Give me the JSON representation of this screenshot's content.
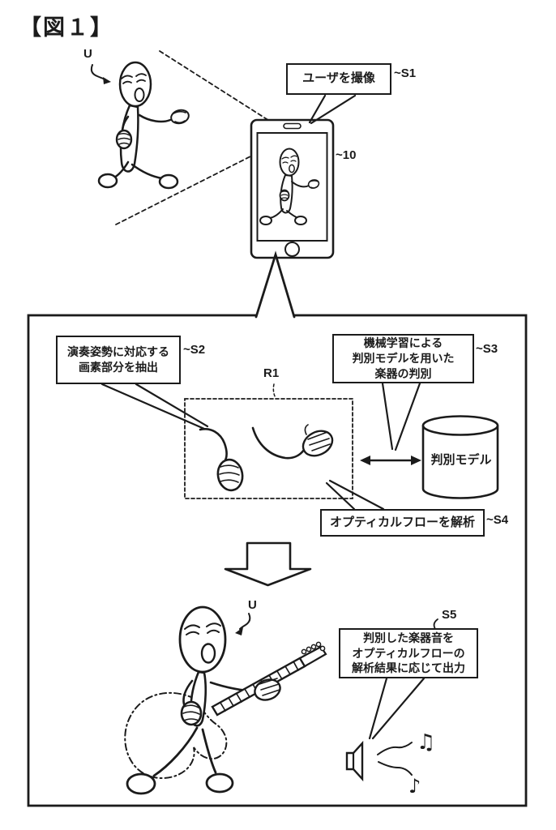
{
  "figure_title": "【図１】",
  "steps": {
    "s1": {
      "ref": "~S1",
      "text": "ユーザを撮像"
    },
    "s2": {
      "ref": "~S2",
      "lines": [
        "演奏姿勢に対応する",
        "画素部分を抽出"
      ]
    },
    "s3": {
      "ref": "~S3",
      "lines": [
        "機械学習による",
        "判別モデルを用いた",
        "楽器の判別"
      ]
    },
    "s4": {
      "ref": "~S4",
      "text": "オプティカルフローを解析"
    },
    "s5": {
      "ref": "S5",
      "lines": [
        "判別した楽器音を",
        "オプティカルフローの",
        "解析結果に応じて出力"
      ]
    }
  },
  "database": {
    "label": "判別モデル"
  },
  "refs": {
    "user_top": "U",
    "user_bottom": "U",
    "device": "~10",
    "region": "R1"
  },
  "music_notes": {
    "beamed": "♫",
    "single": "♪"
  },
  "colors": {
    "ink": "#1b1b1b",
    "paper": "#ffffff"
  }
}
